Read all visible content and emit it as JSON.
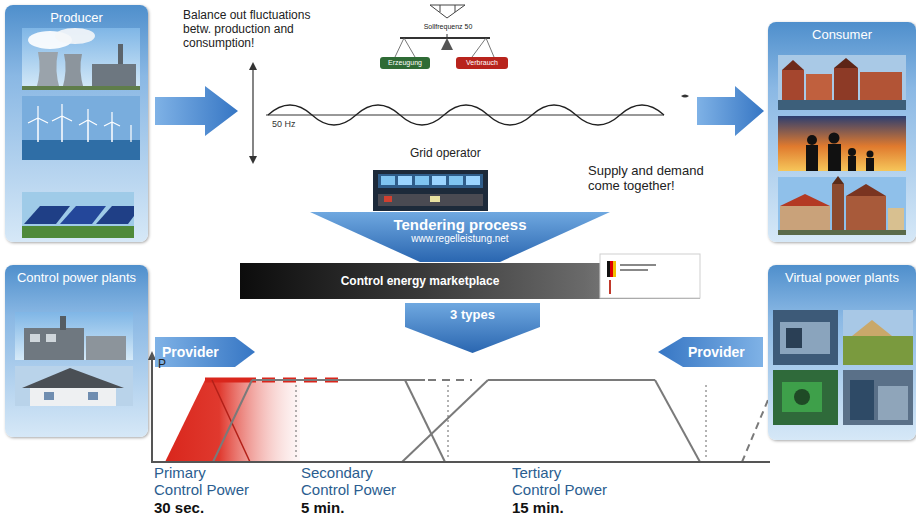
{
  "diagram": {
    "nodes": [
      {
        "text": [
          "Producer"
        ]
      },
      {
        "text": [
          "Consumer"
        ]
      },
      {
        "text": [
          "Tendering process",
          "www.regelleistung.net"
        ]
      },
      {
        "text": [
          "Control energy marketplace"
        ]
      },
      {
        "text": [
          "3 types"
        ]
      },
      {
        "text": [
          "Control power plants"
        ]
      },
      {
        "text": [
          "Provider"
        ]
      },
      {
        "text": [
          "Virtual power plants"
        ]
      },
      {
        "text": [
          "Provider"
        ]
      }
    ],
    "labels": [
      "Balance out fluctuations betw. production and consumption!",
      "Sollfrequenz 50",
      "Erzeugung",
      "Verbrauch",
      "50 Hz",
      "Grid operator",
      "Supply and demand come together!",
      "P",
      "Primary Control Power",
      "30 sec.",
      "Secondary Control Power",
      "5 min.",
      "Tertiary Control Power",
      "15 min."
    ]
  }
}
